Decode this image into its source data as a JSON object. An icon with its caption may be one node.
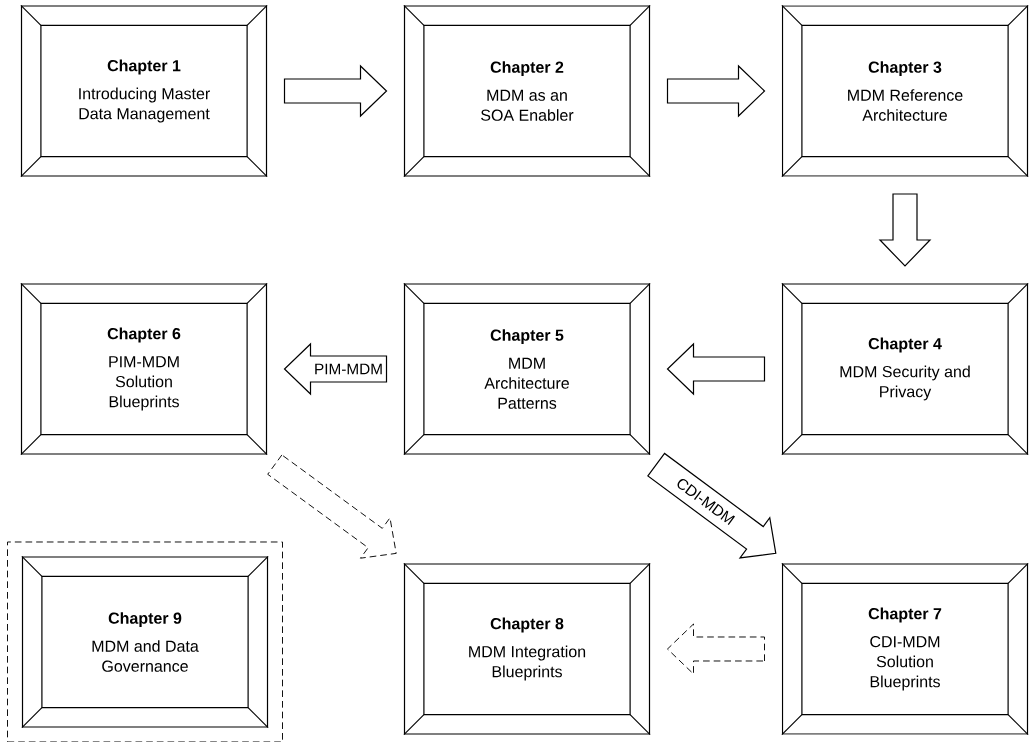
{
  "diagram": {
    "nodes": [
      {
        "text": [
          "Chapter 1",
          "Introducing Master Data Management"
        ]
      },
      {
        "text": [
          "Chapter 2",
          "MDM as an SOA Enabler"
        ]
      },
      {
        "text": [
          "Chapter 3",
          "MDM Reference Architecture"
        ]
      },
      {
        "text": [
          "Chapter 6",
          "PIM-MDM Solution Blueprints"
        ]
      },
      {
        "text": [
          "Chapter 5",
          "MDM Architecture Patterns"
        ]
      },
      {
        "text": [
          "Chapter 4",
          "MDM Security and Privacy"
        ]
      },
      {
        "text": [],
        "shape": "box"
      },
      {
        "text": [
          "Chapter 9",
          "MDM and Data Governance"
        ],
        "in": 6
      },
      {
        "text": [
          "Chapter 8",
          "MDM Integration Blueprints"
        ]
      },
      {
        "text": [
          "Chapter 7",
          "CDI-MDM Solution Blueprints"
        ]
      }
    ],
    "edges": [
      {
        "from": 0,
        "to": 1,
        "arrow": "to"
      },
      {
        "from": 1,
        "to": 2,
        "arrow": "to"
      },
      {
        "from": 2,
        "to": 5,
        "arrow": "to"
      },
      {
        "from": 5,
        "to": 4,
        "arrow": "to"
      },
      {
        "from": 4,
        "to": 3,
        "arrow": "to",
        "label": "PIM-MDM"
      },
      {
        "from": 4,
        "to": 9,
        "arrow": "to",
        "label": "CDI-MDM"
      },
      {
        "from": 3,
        "to": 8,
        "arrow": "to",
        "style": "dashed"
      },
      {
        "from": 9,
        "to": 8,
        "arrow": "to",
        "style": "dashed"
      }
    ]
  }
}
